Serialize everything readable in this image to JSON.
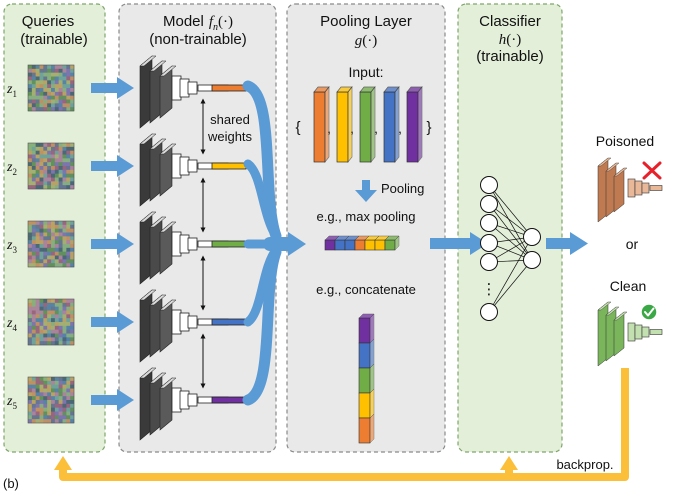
{
  "figure_label": "(b)",
  "queries": {
    "title": "Queries",
    "subtitle": "(trainable)",
    "items": [
      {
        "var": "z",
        "sub": "1"
      },
      {
        "var": "z",
        "sub": "2"
      },
      {
        "var": "z",
        "sub": "3"
      },
      {
        "var": "z",
        "sub": "4"
      },
      {
        "var": "z",
        "sub": "5"
      }
    ]
  },
  "model": {
    "title": "Model",
    "func": "f",
    "func_sub": "n",
    "func_args": "(·)",
    "subtitle": "(non-trainable)",
    "shared_label_1": "shared",
    "shared_label_2": "weights"
  },
  "pooling": {
    "title": "Pooling Layer",
    "func": "g",
    "func_args": "(·)",
    "input_label": "Input:",
    "brace_open": "{",
    "brace_close": "}",
    "separators": [
      ",",
      ",",
      ",",
      ","
    ],
    "pooling_label": "Pooling",
    "example_max": "e.g., max pooling",
    "example_concat": "e.g., concatenate"
  },
  "classifier": {
    "title": "Classifier",
    "func": "h",
    "func_args": "(·)",
    "subtitle": "(trainable)",
    "ellipsis": "⋮"
  },
  "outputs": {
    "poisoned_label": "Poisoned",
    "or_label": "or",
    "clean_label": "Clean"
  },
  "feedback": {
    "label": "backprop."
  },
  "colors": {
    "panel_green": "#e3efd9",
    "panel_green_border": "#7ea66b",
    "panel_gray": "#e9e9e9",
    "panel_gray_border": "#8a8a8a",
    "flow_blue": "#5b9bd5",
    "backprop_yellow": "#fbbf3a",
    "orange": "#ed7d31",
    "yellow": "#ffc000",
    "green": "#70ad47",
    "blue": "#4472c4",
    "purple": "#7030a0",
    "poisoned_model": "#c07a52",
    "clean_model": "#7ab55c",
    "cross_red": "#e8202a",
    "check_green": "#3aa845"
  }
}
